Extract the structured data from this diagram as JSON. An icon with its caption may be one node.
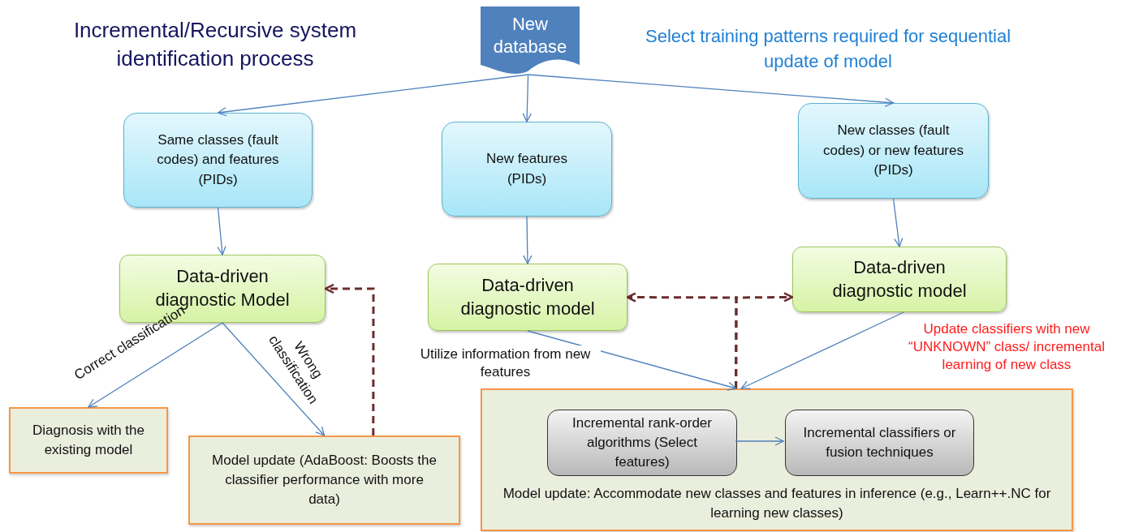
{
  "diagram": {
    "title": "Incremental/Recursive system identification process",
    "nodes": [
      {
        "text": [
          "New database"
        ]
      },
      {
        "text": [
          "Same classes (fault codes) and features (PIDs)"
        ]
      },
      {
        "text": [
          "New features (PIDs)"
        ]
      },
      {
        "text": [
          "New classes (fault codes) or new features (PIDs)"
        ]
      },
      {
        "text": [
          "Data-driven diagnostic Model"
        ]
      },
      {
        "text": [
          "Data-driven diagnostic model"
        ]
      },
      {
        "text": [
          "Data-driven diagnostic model"
        ]
      },
      {
        "text": [
          "Diagnosis with the existing model"
        ]
      },
      {
        "text": [
          "Model update (AdaBoost: Boosts the classifier performance with more data)"
        ]
      },
      {
        "text": [
          "Model update: Accommodate new classes and features in inference (e.g., Learn++.NC for learning new classes)"
        ]
      },
      {
        "text": [
          "Incremental rank-order algorithms (Select features)"
        ],
        "in": 9
      },
      {
        "text": [
          "Incremental classifiers or fusion techniques"
        ],
        "in": 9
      }
    ],
    "edges": [
      {
        "from": 0,
        "to": 1,
        "arrow": "to"
      },
      {
        "from": 0,
        "to": 2,
        "arrow": "to"
      },
      {
        "from": 0,
        "to": 3,
        "arrow": "to"
      },
      {
        "from": 1,
        "to": 4,
        "arrow": "to"
      },
      {
        "from": 2,
        "to": 5,
        "arrow": "to"
      },
      {
        "from": 3,
        "to": 6,
        "arrow": "to"
      },
      {
        "from": 4,
        "to": 7,
        "arrow": "to",
        "label": "Correct classification"
      },
      {
        "from": 4,
        "to": 8,
        "arrow": "to",
        "label": "Wrong classification"
      },
      {
        "from": 8,
        "to": 4,
        "arrow": "to",
        "style": "dashed",
        "color": "#6b2d2d"
      },
      {
        "from": 9,
        "to": 5,
        "arrow": "to",
        "style": "dashed",
        "color": "#6b2d2d"
      },
      {
        "from": 9,
        "to": 6,
        "arrow": "to",
        "style": "dashed",
        "color": "#6b2d2d"
      },
      {
        "from": 5,
        "to": 9,
        "arrow": "to",
        "label": "Utilize information from new features"
      },
      {
        "from": 6,
        "to": 9,
        "arrow": "to",
        "label": "Update classifiers with new “UNKNOWN” class/ incremental learning of new class"
      },
      {
        "from": 10,
        "to": 11,
        "arrow": "to"
      }
    ],
    "labels": [
      "Select training patterns required for sequential update of model"
    ]
  }
}
